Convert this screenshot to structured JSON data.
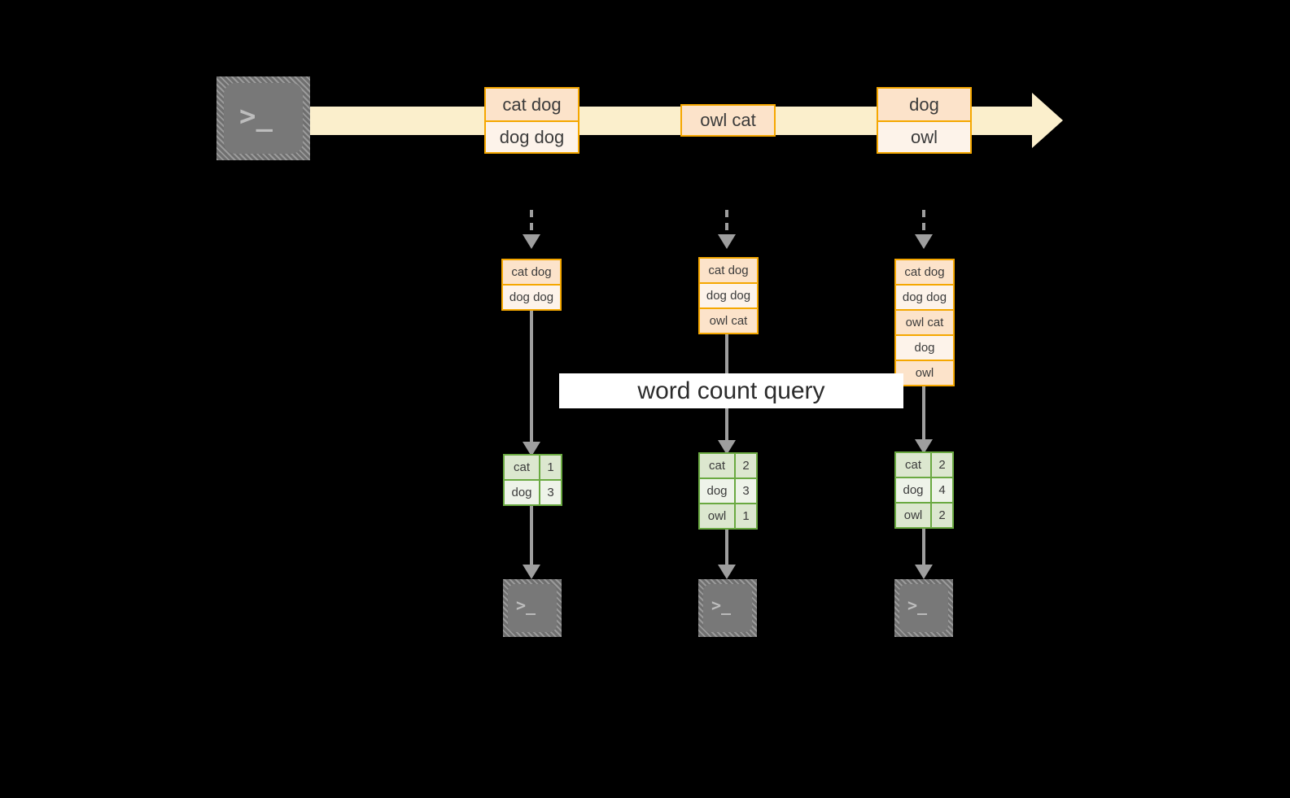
{
  "diagram": {
    "background_color": "#000000",
    "accent_orange": "#F5A700",
    "accent_green": "#6AA941",
    "connector_gray": "#9E9E9E",
    "stream_fill": "#FBEFCC",
    "query_label": "word count query",
    "source_terminal": {
      "glyph": ">_",
      "name": "source-terminal"
    },
    "stream": {
      "groups": [
        {
          "events": [
            "cat dog",
            "dog dog"
          ]
        },
        {
          "events": [
            "owl cat"
          ]
        },
        {
          "events": [
            "dog",
            "owl"
          ]
        }
      ]
    },
    "snapshots": [
      {
        "buffer": [
          "cat dog",
          "dog dog"
        ],
        "result": {
          "rows": [
            {
              "word": "cat",
              "count": "1"
            },
            {
              "word": "dog",
              "count": "3"
            }
          ]
        },
        "sink_glyph": ">_"
      },
      {
        "buffer": [
          "cat dog",
          "dog dog",
          "owl cat"
        ],
        "result": {
          "rows": [
            {
              "word": "cat",
              "count": "2"
            },
            {
              "word": "dog",
              "count": "3"
            },
            {
              "word": "owl",
              "count": "1"
            }
          ]
        },
        "sink_glyph": ">_"
      },
      {
        "buffer": [
          "cat dog",
          "dog dog",
          "owl cat",
          "dog",
          "owl"
        ],
        "result": {
          "rows": [
            {
              "word": "cat",
              "count": "2"
            },
            {
              "word": "dog",
              "count": "4"
            },
            {
              "word": "owl",
              "count": "2"
            }
          ]
        },
        "sink_glyph": ">_"
      }
    ]
  }
}
